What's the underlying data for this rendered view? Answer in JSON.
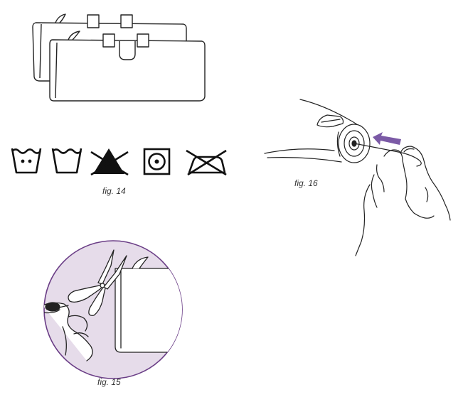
{
  "figures": [
    {
      "id": "fig14",
      "caption": "fig. 14"
    },
    {
      "id": "fig15",
      "caption": "fig. 15"
    },
    {
      "id": "fig16",
      "caption": "fig. 16"
    }
  ],
  "care_symbols": [
    "wash-30-icon",
    "hand-wash-icon",
    "do-not-bleach-icon",
    "tumble-dry-low-icon",
    "do-not-iron-icon"
  ],
  "colors": {
    "line": "#222222",
    "circle_fill": "#e6dcea",
    "circle_stroke": "#6a3d86",
    "arrow": "#7b5aa6"
  }
}
